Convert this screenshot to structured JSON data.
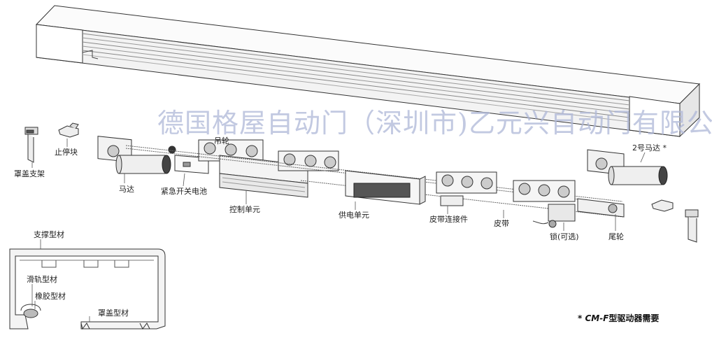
{
  "watermark": "德国格屋自动门（深圳市)乙元兴自动门有限公司",
  "labels": {
    "cover_bracket": "罩盖支架",
    "stopper": "止停块",
    "motor": "马达",
    "emergency_battery": "紧急开关电池",
    "control_unit": "控制单元",
    "power_unit": "供电单元",
    "belt_connector": "皮带连接件",
    "belt": "皮带",
    "lock_optional": "锁(可选)",
    "tail_wheel": "尾轮",
    "second_motor": "2号马达 *",
    "hanger_wheel": "吊轮",
    "support_profile": "支撑型材",
    "rail_profile": "滑轨型材",
    "rubber_profile": "橡胶型材",
    "cover_profile": "罩盖型材"
  },
  "note": {
    "prefix": "* ",
    "model": "CM-F",
    "text": "型驱动器需要"
  }
}
